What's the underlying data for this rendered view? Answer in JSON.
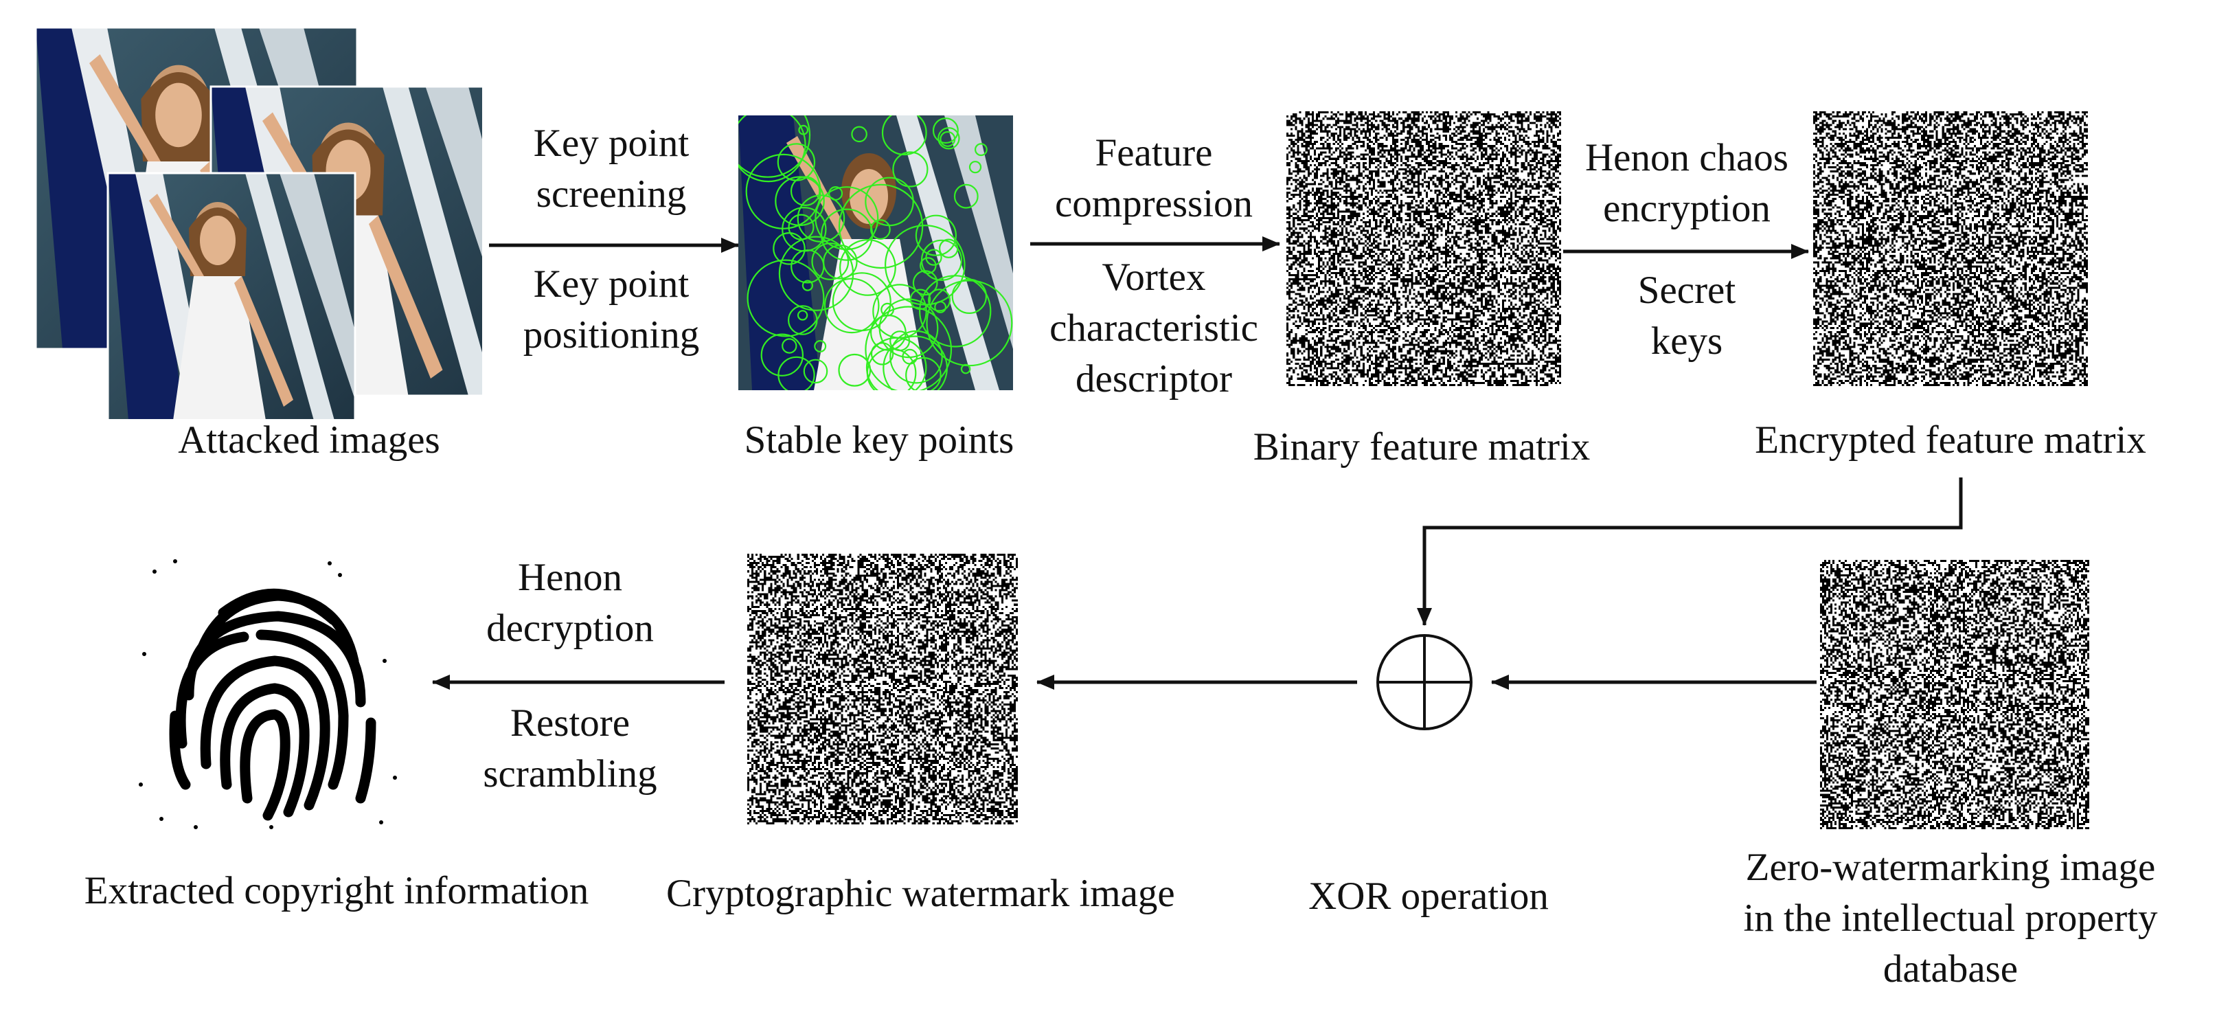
{
  "nodes": {
    "attacked_images": "Attacked images",
    "stable_key_points": "Stable key points",
    "binary_feature_matrix": "Binary feature matrix",
    "encrypted_feature_matrix": "Encrypted feature matrix",
    "zero_watermarking_image": [
      "Zero-watermarking image",
      "in the intellectual property",
      "database"
    ],
    "xor_operation": "XOR operation",
    "cryptographic_watermark_image": "Cryptographic watermark image",
    "extracted_copyright_information": "Extracted copyright information"
  },
  "edges": {
    "e1_top": [
      "Key point",
      "screening"
    ],
    "e1_bottom": [
      "Key point",
      "positioning"
    ],
    "e2_top": [
      "Feature",
      "compression"
    ],
    "e2_bottom": [
      "Vortex",
      "characteristic",
      "descriptor"
    ],
    "e3_top": [
      "Henon chaos",
      "encryption"
    ],
    "e3_bottom": [
      "Secret",
      "keys"
    ],
    "e6_top": [
      "Henon",
      "decryption"
    ],
    "e6_bottom": [
      "Restore",
      "scrambling"
    ]
  },
  "colors": {
    "keypoint_circles": "#33ee22",
    "arrows": "#111111",
    "photo_bg": "#2f4a5a",
    "dress": "#f2f2f2"
  }
}
